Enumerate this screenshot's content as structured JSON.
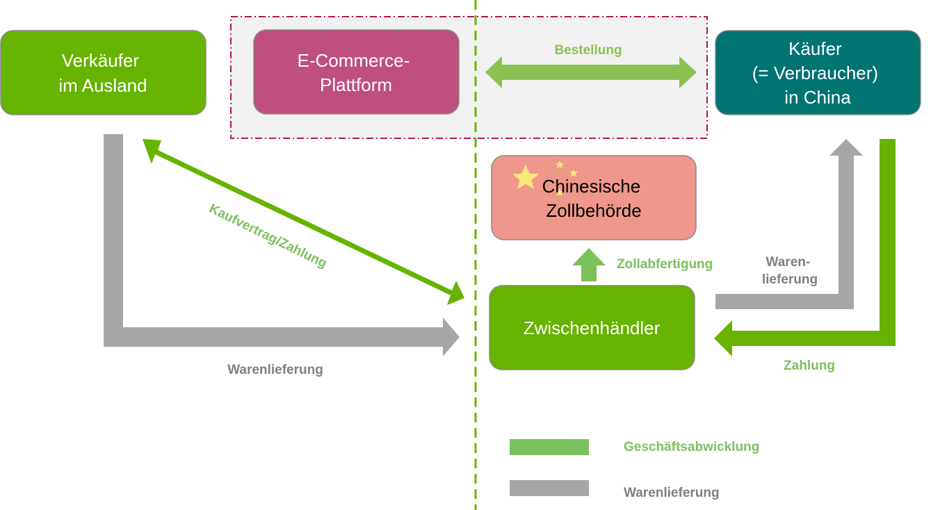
{
  "colors": {
    "green_dark": "#66b300",
    "green_light": "#8cc152",
    "label_green": "#7bc05d",
    "legend_green": "#7dc15d",
    "gray": "#a6a6a6",
    "label_gray": "#808080",
    "magenta": "#bf4f7f",
    "teal": "#007373",
    "salmon": "#ef978a",
    "star_yellow": "#f9e77a",
    "region_border": "#b0145a",
    "region_fill": "#f1f1f1",
    "divider": "#66b300"
  },
  "nodes": {
    "seller": {
      "lines": [
        "Verkäufer",
        "im Ausland"
      ]
    },
    "platform": {
      "lines": [
        "E-Commerce-",
        "Plattform"
      ]
    },
    "buyer": {
      "lines": [
        "Käufer",
        "(= Verbraucher)",
        "in China"
      ]
    },
    "customs": {
      "lines": [
        "Chinesische",
        "Zollbehörde"
      ],
      "icon": "china-flag-stars"
    },
    "intermediary": {
      "lines": [
        "Zwischenhändler"
      ]
    }
  },
  "flows": {
    "order": {
      "label": "Bestellung",
      "type": "business"
    },
    "contract_payment": {
      "label": "Kaufvertrag/Zahlung",
      "type": "business"
    },
    "delivery_left": {
      "label": "Warenlieferung",
      "type": "goods"
    },
    "customs_clearance": {
      "label": "Zollabfertigung",
      "type": "business"
    },
    "delivery_right": {
      "label_lines": [
        "Waren-",
        "lieferung"
      ],
      "type": "goods"
    },
    "payment": {
      "label": "Zahlung",
      "type": "business"
    }
  },
  "legend": [
    {
      "label": "Geschäftsabwicklung",
      "type": "business"
    },
    {
      "label": "Warenlieferung",
      "type": "goods"
    }
  ]
}
